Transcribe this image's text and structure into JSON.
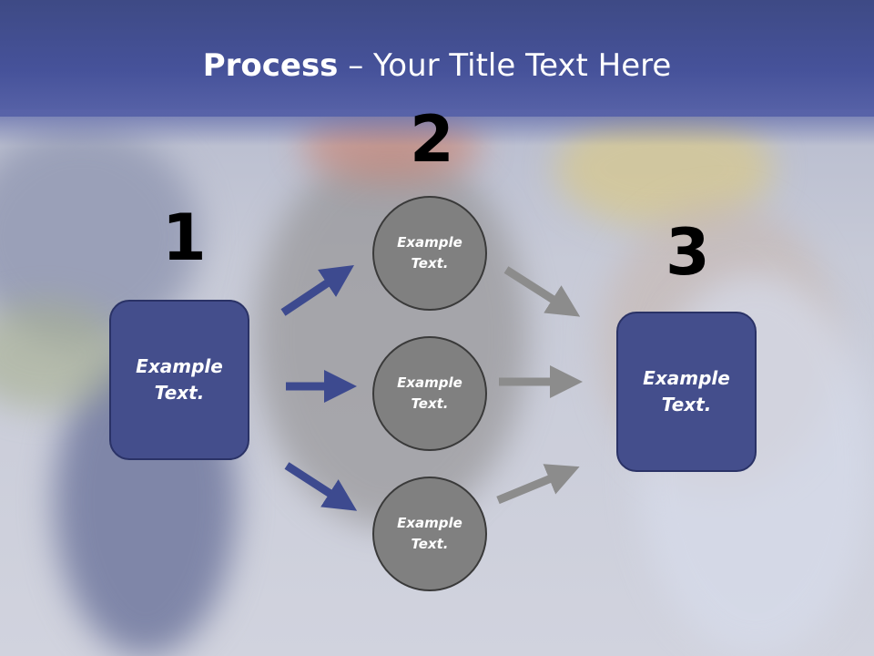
{
  "title": {
    "bold": "Process",
    "rest": " – Your Title Text Here"
  },
  "steps": {
    "one": {
      "number": "1",
      "label_line1": "Example",
      "label_line2": "Text."
    },
    "two": {
      "number": "2"
    },
    "three": {
      "number": "3",
      "label_line1": "Example",
      "label_line2": "Text."
    }
  },
  "circles": [
    {
      "line1": "Example",
      "line2": "Text."
    },
    {
      "line1": "Example",
      "line2": "Text."
    },
    {
      "line1": "Example",
      "line2": "Text."
    }
  ],
  "colors": {
    "header": "#46529a",
    "box_fill": "#444e8c",
    "circle_fill": "#808080",
    "blue_arrow": "#3d4a8f",
    "gray_arrow": "#8c8c8c"
  }
}
